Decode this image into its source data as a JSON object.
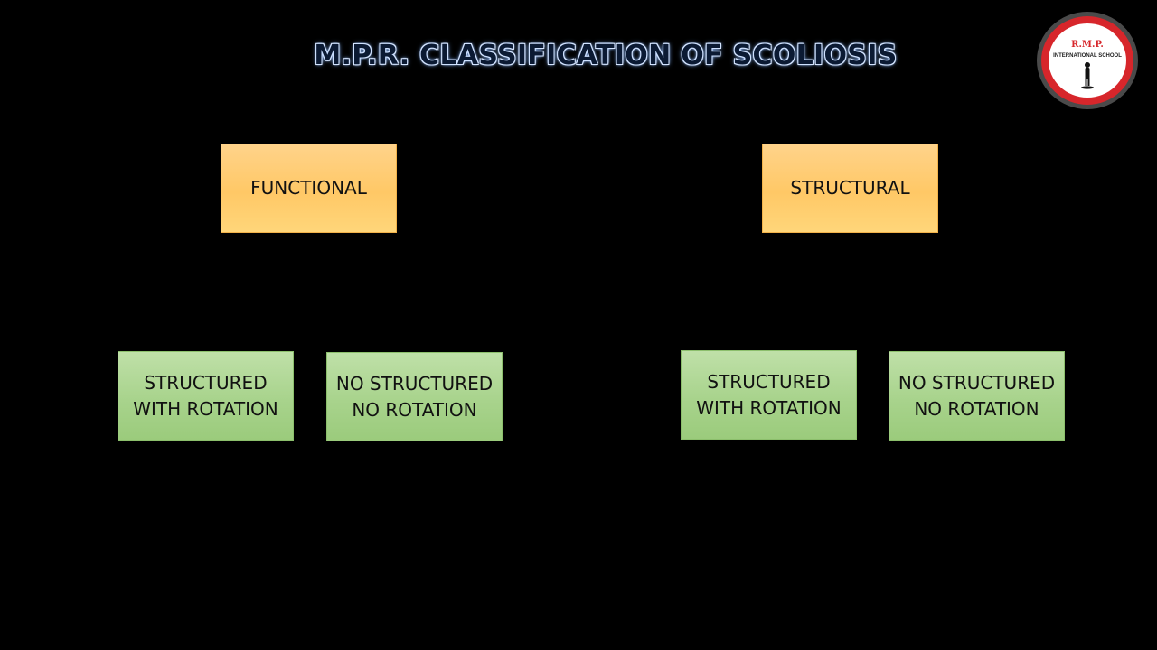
{
  "title": "M.P.R. CLASSIFICATION OF SCOLIOSIS",
  "logo": {
    "initials": "R.M.P.",
    "text": "INTERNATIONAL SCHOOL",
    "ring_color": "#d7262b",
    "outer_color": "#4a4a4a"
  },
  "diagram": {
    "nodes": [
      {
        "id": "functional",
        "label": "FUNCTIONAL"
      },
      {
        "id": "structural",
        "label": "STRUCTURAL"
      },
      {
        "id": "functional-structured",
        "label": "STRUCTURED\nWITH ROTATION"
      },
      {
        "id": "functional-no-structured",
        "label": "NO STRUCTURED\nNO ROTATION"
      },
      {
        "id": "structural-structured",
        "label": "STRUCTURED\nWITH ROTATION"
      },
      {
        "id": "structural-no-structured",
        "label": "NO STRUCTURED\nNO ROTATION"
      }
    ],
    "colors": {
      "top_level": "#ffc866",
      "sub_level": "#a8d38c",
      "background": "#000000"
    }
  }
}
